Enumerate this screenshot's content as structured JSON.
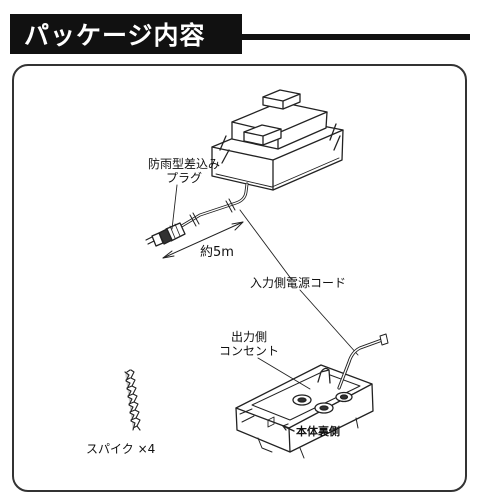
{
  "header": {
    "title": "パッケージ内容"
  },
  "labels": {
    "plug_line1": "防雨型差込み",
    "plug_line2": "プラグ",
    "length": "約5m",
    "input_cord": "入力側電源コード",
    "outlet_line1": "出力側",
    "outlet_line2": "コンセント",
    "back_side": "本体裏側",
    "spike": "スパイク ×4"
  }
}
